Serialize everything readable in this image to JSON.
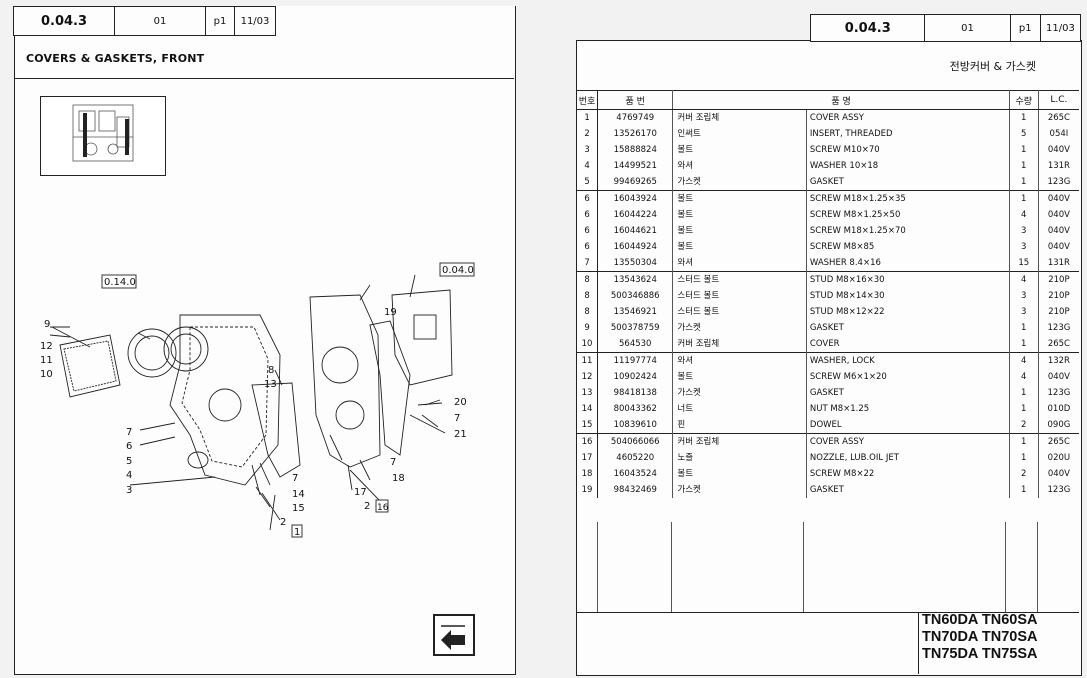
{
  "left_page": {
    "header": {
      "code": "0.04.3",
      "rev": "01",
      "page": "p1",
      "date": "11/03"
    },
    "title": "COVERS & GASKETS, FRONT",
    "callouts": {
      "ref_a": "0.14.0",
      "ref_b": "0.04.0",
      "n9": "9",
      "n12": "12",
      "n11": "11",
      "n10": "10",
      "n7a": "7",
      "n6": "6",
      "n5": "5",
      "n4": "4",
      "n3": "3",
      "n8": "8",
      "n13": "13",
      "n7b": "7",
      "n14": "14",
      "n15": "15",
      "n2a": "2",
      "n1": "1",
      "n19": "19",
      "n20": "20",
      "n7c": "7",
      "n21": "21",
      "n7d": "7",
      "n18": "18",
      "n17": "17",
      "n2b": "2",
      "n16": "16"
    },
    "nav_icon": "back-arrow-icon"
  },
  "right_page": {
    "header": {
      "code": "0.04.3",
      "rev": "01",
      "page": "p1",
      "date": "11/03"
    },
    "title": "전방커버 & 가스켓",
    "columns": {
      "no": "번호",
      "part_no": "품 번",
      "name": "품 명",
      "qty": "수량",
      "lc": "L.C."
    },
    "rows": [
      {
        "no": "1",
        "part_no": "4769749",
        "kr": "커버 조립체",
        "en": "COVER ASSY",
        "qty": "1",
        "lc": "265C"
      },
      {
        "no": "2",
        "part_no": "13526170",
        "kr": "인써트",
        "en": "INSERT, THREADED",
        "qty": "5",
        "lc": "054I"
      },
      {
        "no": "3",
        "part_no": "15888824",
        "kr": "볼트",
        "en": "SCREW M10×70",
        "qty": "1",
        "lc": "040V"
      },
      {
        "no": "4",
        "part_no": "14499521",
        "kr": "와셔",
        "en": "WASHER 10×18",
        "qty": "1",
        "lc": "131R"
      },
      {
        "no": "5",
        "part_no": "99469265",
        "kr": "가스켓",
        "en": "GASKET",
        "qty": "1",
        "lc": "123G"
      },
      {
        "no": "6",
        "part_no": "16043924",
        "kr": "볼트",
        "en": "SCREW M18×1.25×35",
        "qty": "1",
        "lc": "040V"
      },
      {
        "no": "6",
        "part_no": "16044224",
        "kr": "볼트",
        "en": "SCREW M8×1.25×50",
        "qty": "4",
        "lc": "040V"
      },
      {
        "no": "6",
        "part_no": "16044621",
        "kr": "볼트",
        "en": "SCREW M18×1.25×70",
        "qty": "3",
        "lc": "040V"
      },
      {
        "no": "6",
        "part_no": "16044924",
        "kr": "볼트",
        "en": "SCREW M8×85",
        "qty": "3",
        "lc": "040V"
      },
      {
        "no": "7",
        "part_no": "13550304",
        "kr": "와셔",
        "en": "WASHER 8.4×16",
        "qty": "15",
        "lc": "131R"
      },
      {
        "no": "8",
        "part_no": "13543624",
        "kr": "스터드 볼트",
        "en": "STUD M8×16×30",
        "qty": "4",
        "lc": "210P"
      },
      {
        "no": "8",
        "part_no": "500346886",
        "kr": "스터드 볼트",
        "en": "STUD M8×14×30",
        "qty": "3",
        "lc": "210P"
      },
      {
        "no": "8",
        "part_no": "13546921",
        "kr": "스터드 볼트",
        "en": "STUD M8×12×22",
        "qty": "3",
        "lc": "210P"
      },
      {
        "no": "9",
        "part_no": "500378759",
        "kr": "가스켓",
        "en": "GASKET",
        "qty": "1",
        "lc": "123G"
      },
      {
        "no": "10",
        "part_no": "564530",
        "kr": "커버 조립체",
        "en": "COVER",
        "qty": "1",
        "lc": "265C"
      },
      {
        "no": "11",
        "part_no": "11197774",
        "kr": "와셔",
        "en": "WASHER, LOCK",
        "qty": "4",
        "lc": "132R"
      },
      {
        "no": "12",
        "part_no": "10902424",
        "kr": "볼트",
        "en": "SCREW M6×1×20",
        "qty": "4",
        "lc": "040V"
      },
      {
        "no": "13",
        "part_no": "98418138",
        "kr": "가스켓",
        "en": "GASKET",
        "qty": "1",
        "lc": "123G"
      },
      {
        "no": "14",
        "part_no": "80043362",
        "kr": "너트",
        "en": "NUT M8×1.25",
        "qty": "1",
        "lc": "010D"
      },
      {
        "no": "15",
        "part_no": "10839610",
        "kr": "핀",
        "en": "DOWEL",
        "qty": "2",
        "lc": "090G"
      },
      {
        "no": "16",
        "part_no": "504066066",
        "kr": "커버 조립체",
        "en": "COVER ASSY",
        "qty": "1",
        "lc": "265C"
      },
      {
        "no": "17",
        "part_no": "4605220",
        "kr": "노즐",
        "en": "NOZZLE, LUB.OIL JET",
        "qty": "1",
        "lc": "020U"
      },
      {
        "no": "18",
        "part_no": "16043524",
        "kr": "볼트",
        "en": "SCREW M8×22",
        "qty": "2",
        "lc": "040V"
      },
      {
        "no": "19",
        "part_no": "98432469",
        "kr": "가스켓",
        "en": "GASKET",
        "qty": "1",
        "lc": "123G"
      }
    ],
    "models": [
      "TN60DA TN60SA",
      "TN70DA TN70SA",
      "TN75DA TN75SA"
    ]
  }
}
